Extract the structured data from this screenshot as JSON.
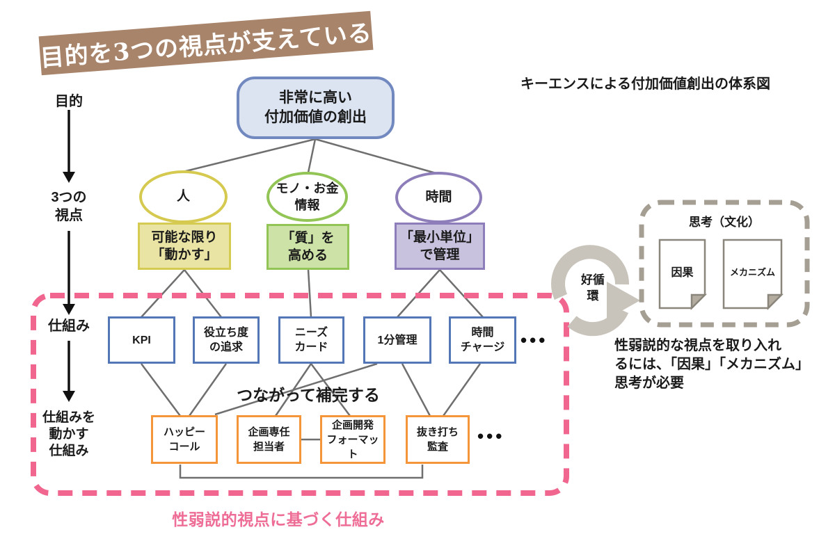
{
  "banner": {
    "title": "目的を3つの視点が支えている",
    "bg_color": "#a8846b"
  },
  "header": {
    "caption": "キーエンスによる付加価値創出の体系図"
  },
  "left_flow": {
    "purpose": "目的",
    "perspectives": "3つの\n視点",
    "mechanism": "仕組み",
    "mechanism_driver": "仕組みを\n動かす\n仕組み"
  },
  "tree": {
    "root": "非常に高い\n付加価値の創出",
    "perspectives": [
      {
        "ellipse": "人",
        "action": "可能な限り\n「動かす」",
        "color": "#d5ca52"
      },
      {
        "ellipse": "モノ・お金\n情報",
        "action": "「質」を\n高める",
        "color": "#92c556"
      },
      {
        "ellipse": "時間",
        "action": "「最小単位」\nで管理",
        "color": "#8d7eba"
      }
    ],
    "mechanisms": [
      "KPI",
      "役立ち度\nの追求",
      "ニーズ\nカード",
      "1分管理",
      "時間\nチャージ"
    ],
    "mechanisms_more": "•••",
    "connect_caption": "つながって補完する",
    "sub_mechanisms": [
      "ハッピー\nコール",
      "企画専任\n担当者",
      "企画開発\nフォーマット",
      "抜き打ち\n監査"
    ],
    "sub_mechanisms_more": "•••",
    "boundary_caption": "性弱説的視点に基づく仕組み"
  },
  "cycle": {
    "label": "好循\n環"
  },
  "thinking": {
    "title": "思考（文化）",
    "docs": [
      "因果",
      "メカニズム"
    ]
  },
  "note": {
    "text": "性弱説的な視点を取り入れ\nるには、「因果」「メカニズム」\n思考が必要"
  },
  "colors": {
    "root_fill": "#dce4f2",
    "root_border": "#7289c0",
    "mechanism_border": "#5376b6",
    "sub_mechanism_border": "#f5953a",
    "pink_accent": "#ee6d96",
    "connector_gray": "#6f6f6f",
    "cycle_gray": "#c9c4bb",
    "thinking_dash_gray": "#a59e93"
  }
}
